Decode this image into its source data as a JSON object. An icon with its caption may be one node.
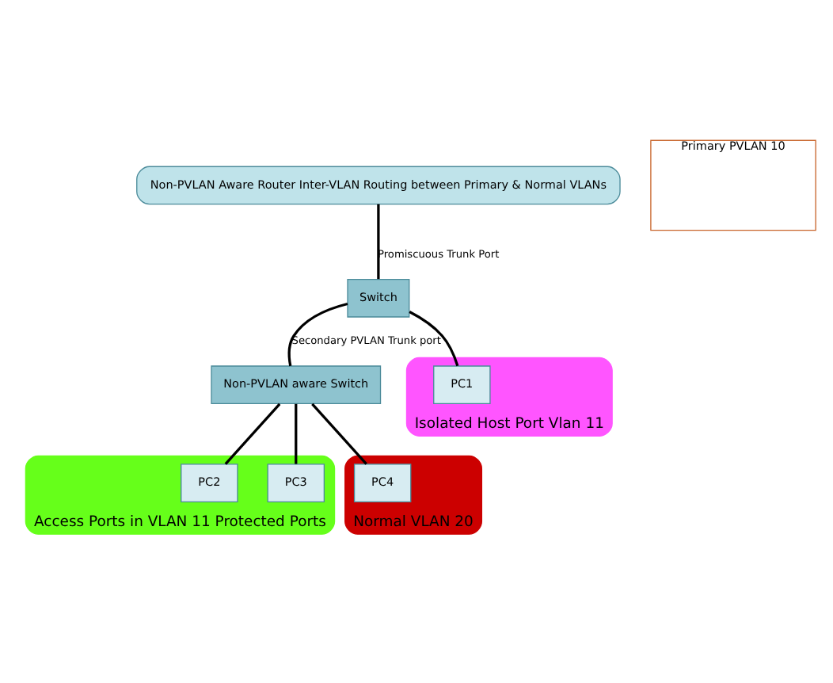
{
  "diagram": {
    "nodes": [
      {
        "text": [
          "Non-PVLAN Aware Router Inter-VLAN Routing between Primary & Normal VLANs"
        ]
      },
      {
        "text": [
          "Primary PVLAN 10"
        ]
      },
      {
        "text": [
          "Switch"
        ]
      },
      {
        "text": [
          "Non-PVLAN aware Switch"
        ]
      },
      {
        "text": [
          "Isolated Host Port Vlan 11"
        ]
      },
      {
        "text": [
          "PC1"
        ],
        "in": 4
      },
      {
        "text": [
          "Access Ports in VLAN 11 Protected Ports"
        ]
      },
      {
        "text": [
          "PC2"
        ],
        "in": 6
      },
      {
        "text": [
          "PC3"
        ],
        "in": 6
      },
      {
        "text": [
          "Normal VLAN 20"
        ]
      },
      {
        "text": [
          "PC4"
        ],
        "in": 9
      }
    ],
    "edges": [
      {
        "from": 0,
        "to": 2,
        "arrow": "none",
        "label": "Promiscuous Trunk Port"
      },
      {
        "from": 2,
        "to": 5,
        "arrow": "none"
      },
      {
        "from": 2,
        "to": 3,
        "arrow": "none",
        "label": "Secondary PVLAN Trunk port"
      },
      {
        "from": 3,
        "to": 7,
        "arrow": "none"
      },
      {
        "from": 3,
        "to": 8,
        "arrow": "none"
      },
      {
        "from": 3,
        "to": 10,
        "arrow": "none"
      }
    ]
  }
}
